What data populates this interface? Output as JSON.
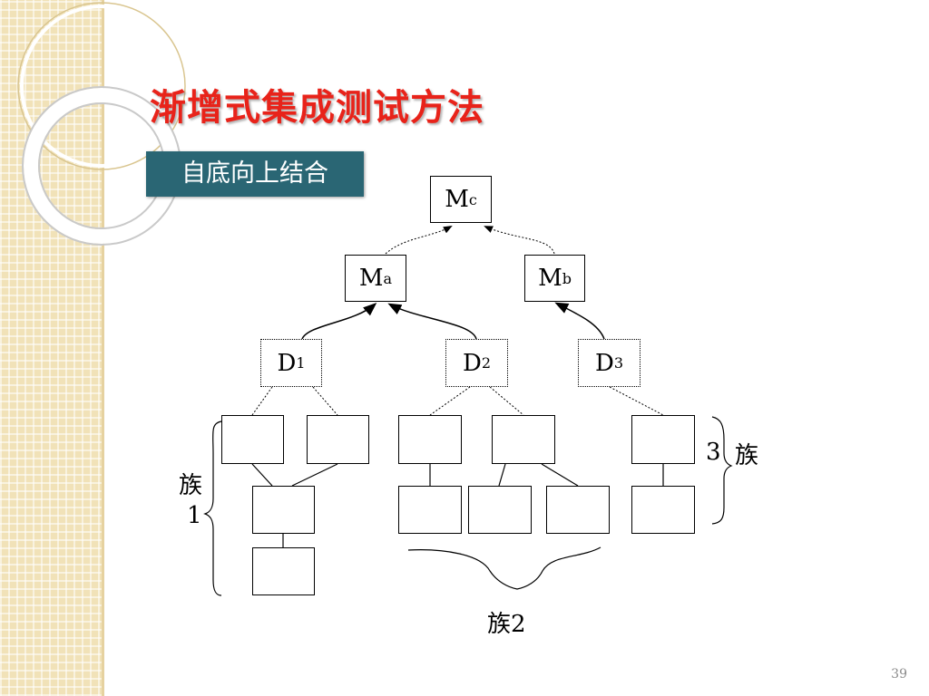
{
  "slide": {
    "title": "渐增式集成测试方法",
    "badge": "自底向上结合",
    "page_number": "39"
  },
  "diagram": {
    "nodes": {
      "mc": {
        "base": "M",
        "sub": "c"
      },
      "ma": {
        "base": "M",
        "sub": "a"
      },
      "mb": {
        "base": "M",
        "sub": "b"
      },
      "d1": {
        "base": "D",
        "sub": "1"
      },
      "d2": {
        "base": "D",
        "sub": "2"
      },
      "d3": {
        "base": "D",
        "sub": "3"
      }
    },
    "clusters": {
      "c1_line1": "族",
      "c1_line2": "1",
      "c2": "族2",
      "c3_num": "3",
      "c3_char": "族"
    }
  }
}
